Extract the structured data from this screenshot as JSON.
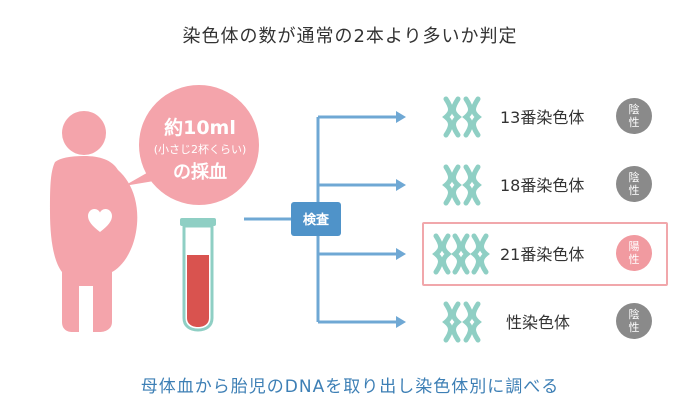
{
  "title": "染色体の数が通常の2本より多いか判定",
  "bubble": {
    "line1": "約10ml",
    "line2": "(小さじ2杯くらい)",
    "line3": "の採血"
  },
  "exam_label": "検査",
  "rows": [
    {
      "label": "13番染色体",
      "result_top": "陰",
      "result_bottom": "性",
      "status": "negative"
    },
    {
      "label": "18番染色体",
      "result_top": "陰",
      "result_bottom": "性",
      "status": "negative"
    },
    {
      "label": "21番染色体",
      "result_top": "陽",
      "result_bottom": "性",
      "status": "positive"
    },
    {
      "label": "性染色体",
      "result_top": "陰",
      "result_bottom": "性",
      "status": "negative"
    }
  ],
  "footer": "母体血から胎児のDNAを取り出し染色体別に調べる",
  "colors": {
    "pink": "#f4a4ab",
    "chromosome": "#8fcfc4",
    "line": "#6fa8d4",
    "exam_box": "#4f93c9",
    "negative": "#8a8a8a",
    "positive": "#f19aa0",
    "footer_text": "#3d7fb5",
    "blood": "#d9534f"
  },
  "icons": {
    "mother": "pregnant-woman-icon",
    "tube": "test-tube-icon",
    "chromosome": "chromosome-icon"
  }
}
